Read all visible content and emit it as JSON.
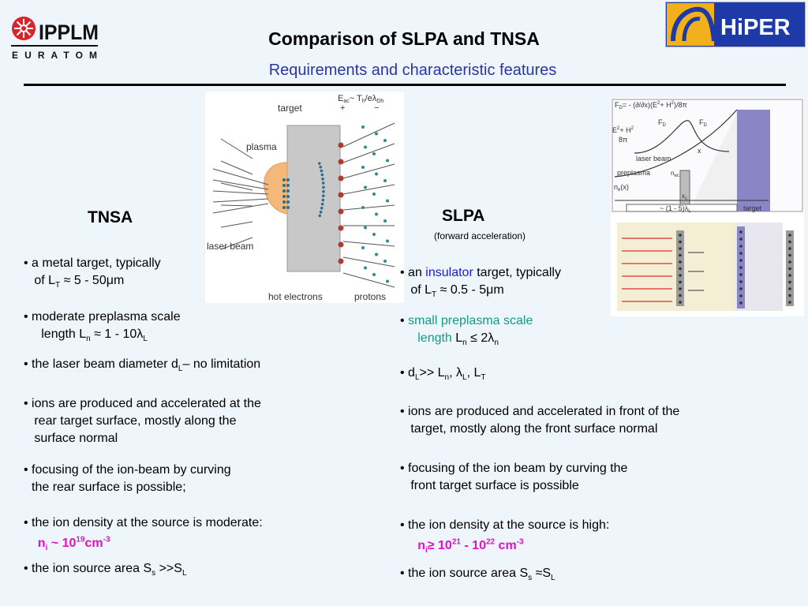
{
  "header": {
    "logo_left_text": "IPPLM",
    "logo_left_sub": "EURATOM",
    "logo_right_text": "HiPER",
    "title": "Comparison of SLPA and TNSA",
    "subtitle": "Requirements and characteristic features"
  },
  "figure_tnsa": {
    "labels": {
      "target": "target",
      "plasma": "plasma",
      "laser_beam": "laser beam",
      "hot_electrons": "hot electrons",
      "protons": "protons",
      "field": "E",
      "field_sub": "ac",
      "field_rest": "~ T",
      "field_rest_sub": "h",
      "field_tail": "/eλ",
      "field_tail_sub": "Dh",
      "plus": "+",
      "minus": "−"
    }
  },
  "figure_slpa": {
    "labels": {
      "force": "F",
      "force_sub": "D",
      "force_rest": "= - (∂/∂x)(E",
      "force_mid": "+ H",
      "force_tail": ")/8π",
      "sq": "2",
      "energy": "E",
      "energy_rest": "+ H",
      "energy_den": "8π",
      "fd_plus": "F",
      "fd_minus": "F",
      "laser_beam": "laser beam",
      "preplasma": "preplasma",
      "ne_x": "n",
      "ne_x_sub": "e",
      "ne_x_rest": "(x)",
      "nec": "n",
      "nec_sub": "ec",
      "x_axis": "x",
      "xc": "x",
      "xc_sub": "c",
      "thickness": "~ (1 - 5)λ",
      "thickness_sub": "L",
      "target": "target"
    }
  },
  "tnsa": {
    "heading": "TNSA",
    "b1_pre": "• a metal target, typically",
    "b1_line2_pre": "of L",
    "b1_sub": "T",
    "b1_post": " ≈  5 - 50μm",
    "b2_line1": "• moderate preplasma scale",
    "b2_line2_pre": "length L",
    "b2_sub": "n",
    "b2_post": " ≈  1 - 10λ",
    "b2_sub2": "L",
    "b3_pre": "• the laser beam diameter d",
    "b3_sub": "L",
    "b3_post": "– no limitation",
    "b4_line1": "• ions are produced and accelerated at the",
    "b4_line2": "rear target surface, mostly along the",
    "b4_line3": "surface normal",
    "b5_line1": "• focusing of the ion-beam by curving",
    "b5_line2": "the rear surface is possible;",
    "b6_line1": "•  the ion density at the source is moderate:",
    "b6_n": "n",
    "b6_sub": "i",
    "b6_mid": " ~ 10",
    "b6_sup": "19",
    "b6_unit": "cm",
    "b6_sup2": "-3",
    "b7_pre": "• the ion source area S",
    "b7_sub": "s",
    "b7_mid": " >>S",
    "b7_sub2": "L"
  },
  "slpa": {
    "heading": "SLPA",
    "subheading": "(forward acceleration)",
    "b1_pre": "• an ",
    "b1_highlight": "insulator",
    "b1_post": " target, typically",
    "b1_line2_pre": "of L",
    "b1_sub": "T",
    "b1_line2_post": " ≈  0.5 - 5μm",
    "b2_line1": "small preplasma scale",
    "b2_bullet": "•",
    "b2_line2_pre": "length",
    "b2_l": " L",
    "b2_sub": "n",
    "b2_post": " ≤  2λ",
    "b2_sub2": "n",
    "b3_pre": "• d",
    "b3_sub": "L",
    "b3_mid": ">> L",
    "b3_sub2": "n",
    "b3_mid2": ", λ",
    "b3_sub3": "L",
    "b3_mid3": ", L",
    "b3_sub4": "T",
    "b4_line1": "• ions are produced and accelerated in front of the",
    "b4_line2": "target, mostly along the front surface normal",
    "b5_line1": "• focusing of the ion beam by curving the",
    "b5_line2": "front target surface is possible",
    "b6_line1": "• the ion density at the source is high:",
    "b6_n": "n",
    "b6_sub": "i",
    "b6_mid": "≥  10",
    "b6_sup": "21",
    "b6_mid2": " - 10",
    "b6_sup2": "22",
    "b6_unit": " cm",
    "b6_sup3": "-3",
    "b7_pre": "• the ion source area S",
    "b7_sub": "s",
    "b7_mid": " ≈S",
    "b7_sub2": "L"
  },
  "colors": {
    "title_blue": "#2a36a0",
    "highlight_blue": "#1a1ad0",
    "teal": "#129a8a",
    "magenta": "#e010c8",
    "hiper_bg": "#1e3aa8",
    "hiper_accent": "#f2b11b",
    "target_purple": "#8a86c6"
  }
}
